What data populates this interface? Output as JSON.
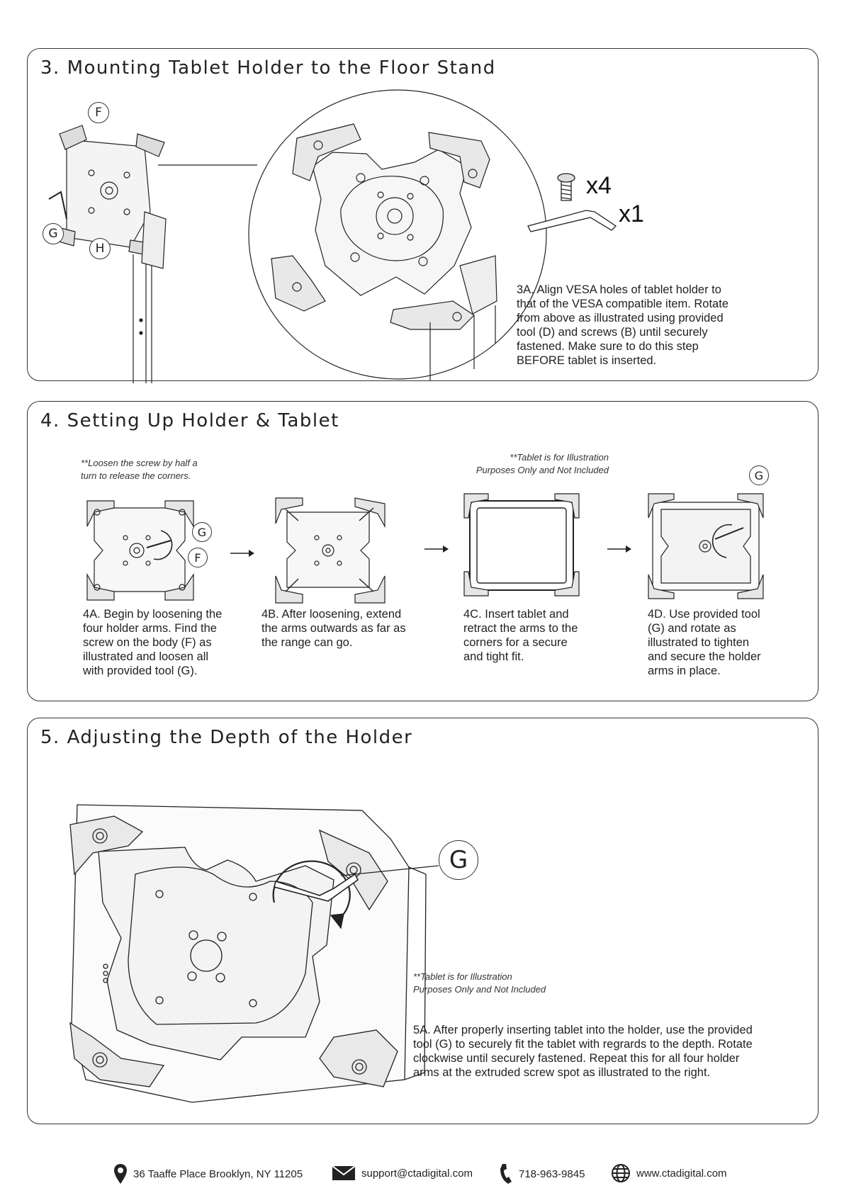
{
  "sections": {
    "mounting": {
      "title": "3. Mounting Tablet Holder to the Floor Stand",
      "callouts": {
        "f": "F",
        "g": "G",
        "h": "H"
      },
      "parts": {
        "screws_qty": "x4",
        "tool_qty": "x1"
      },
      "step_3a": "3A. Align VESA holes of tablet holder to\nthat of the VESA compatible item. Rotate\nfrom above as illustrated using provided\ntool (D) and screws (B) until securely\nfastened. Make sure to do this step\nBEFORE tablet is inserted."
    },
    "setup": {
      "title": "4. Setting Up Holder & Tablet",
      "note_loosen": "**Loosen the screw by half a\nturn to release the corners.",
      "note_tablet": "**Tablet is for Illustration\nPurposes Only and Not Included",
      "callouts": {
        "g_a": "G",
        "f_a": "F",
        "g_d": "G"
      },
      "steps": [
        "4A. Begin by loosening the\nfour holder arms. Find the\nscrew on the body (F) as\nillustrated and loosen all\nwith provided tool (G).",
        "4B. After loosening, extend\nthe arms outwards as far as\nthe range can go.",
        "4C. Insert tablet and\nretract the arms to the\ncorners for a secure\nand tight fit.",
        "4D. Use provided tool\n(G) and rotate as\nillustrated to tighten\nand secure the holder\narms in place."
      ]
    },
    "depth": {
      "title": "5. Adjusting the Depth of the Holder",
      "callout_g": "G",
      "note_tablet": "**Tablet is for Illustration\nPurposes Only and Not Included",
      "step_5a": "5A. After properly inserting tablet into the holder, use the provided\ntool (G) to securely fit the tablet with regrards to the depth. Rotate\nclockwise until securely fastened. Repeat this for all four holder\narms at the extruded screw spot as illustrated to the right."
    }
  },
  "footer": {
    "address": "36 Taaffe Place Brooklyn, NY 11205",
    "email": "support@ctadigital.com",
    "phone": "718-963-9845",
    "website": "www.ctadigital.com"
  }
}
